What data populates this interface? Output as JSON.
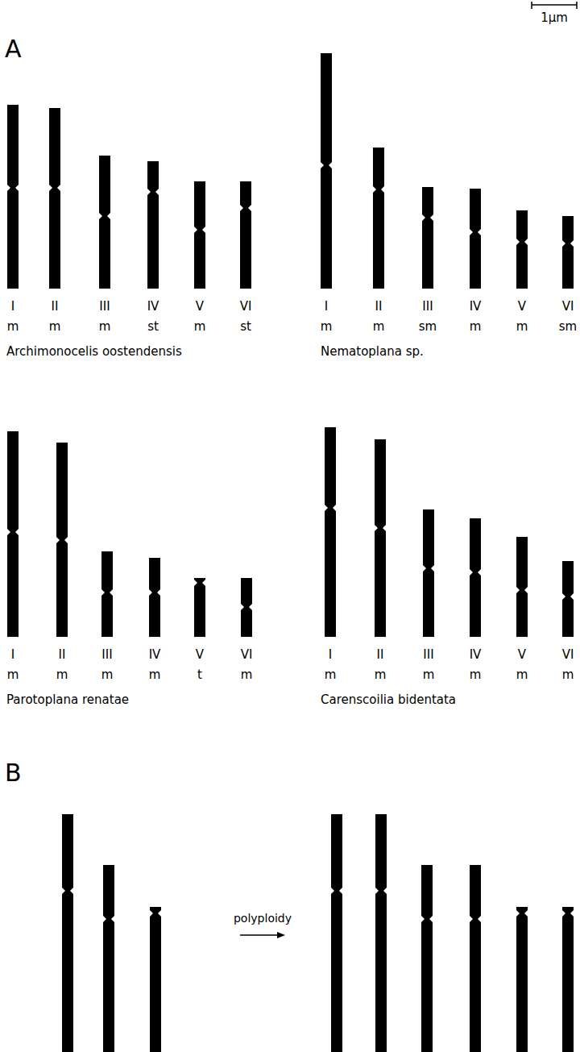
{
  "diagram": {
    "labels": [
      "A",
      "1µm",
      "I",
      "II",
      "III",
      "IV",
      "V",
      "VI",
      "m",
      "m",
      "m",
      "st",
      "m",
      "st",
      "Archimonocelis oostendensis",
      "I",
      "II",
      "III",
      "IV",
      "V",
      "VI",
      "m",
      "m",
      "sm",
      "m",
      "m",
      "sm",
      "Nematoplana sp.",
      "I",
      "II",
      "III",
      "IV",
      "V",
      "VI",
      "m",
      "m",
      "m",
      "m",
      "t",
      "m",
      "Parotoplana renatae",
      "I",
      "II",
      "III",
      "IV",
      "V",
      "VI",
      "m",
      "m",
      "m",
      "m",
      "m",
      "m",
      "Carenscoilia bidentata",
      "B",
      "polyploidy"
    ]
  }
}
